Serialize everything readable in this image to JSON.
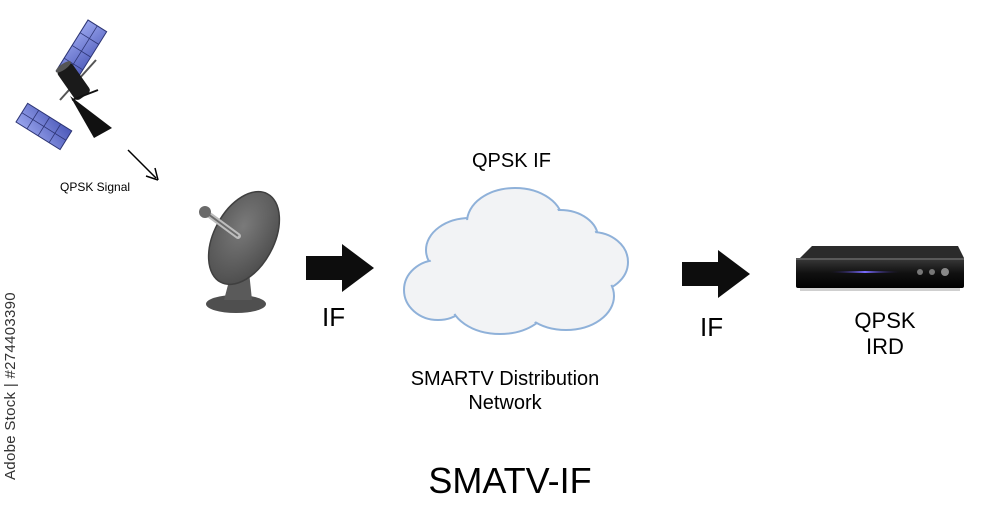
{
  "diagram": {
    "title": "SMATV-IF",
    "satellite_signal_label": "QPSK Signal",
    "if_label_left": "IF",
    "cloud_top_label": "QPSK IF",
    "cloud_bottom_label_line1": "SMARTV Distribution",
    "cloud_bottom_label_line2": "Network",
    "if_label_right": "IF",
    "receiver_label_line1": "QPSK",
    "receiver_label_line2": "IRD",
    "icons": [
      "satellite-icon",
      "satellite-dish-icon",
      "arrow-right-icon",
      "cloud-icon",
      "set-top-box-icon"
    ]
  },
  "watermark": {
    "text": "Adobe Stock | #274403390"
  },
  "colors": {
    "cloud_outline": "#8fb1d9",
    "cloud_fill": "#f2f3f5",
    "arrow_fill": "#0d0d0d",
    "dish_gray": "#5a5a5a",
    "panel_blue": "#6f7fd6",
    "box_led": "#6b5cff"
  }
}
